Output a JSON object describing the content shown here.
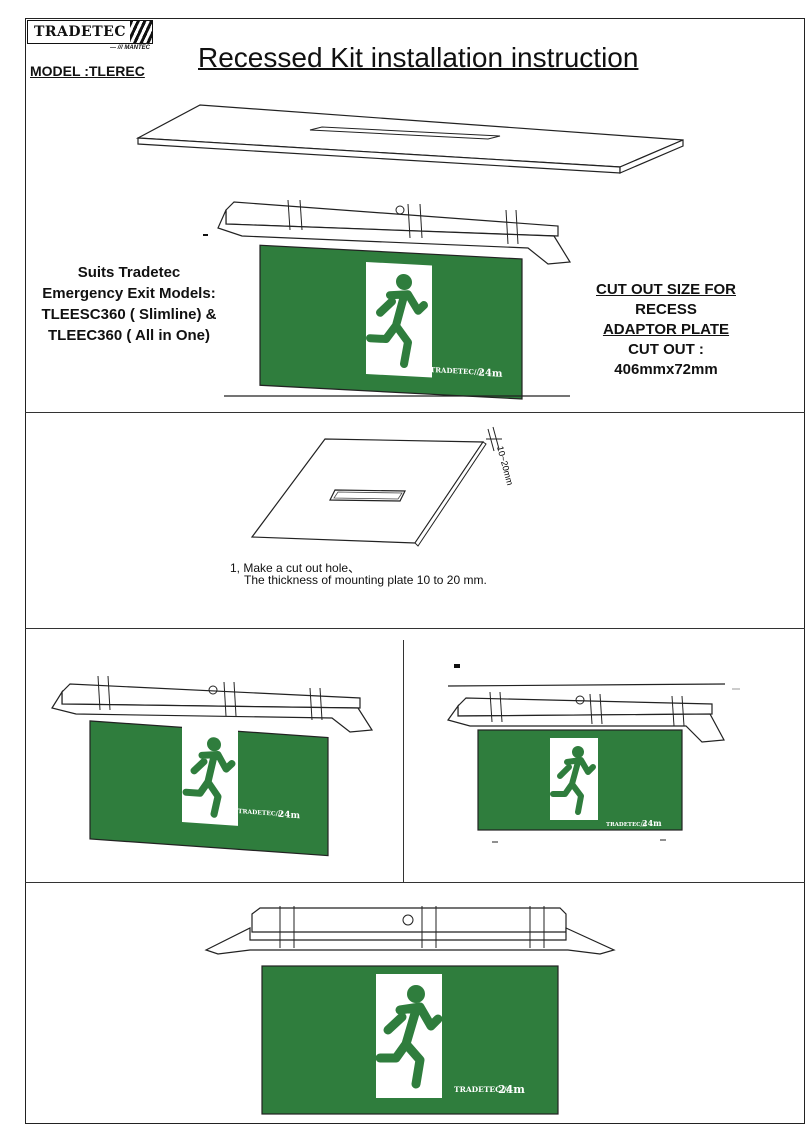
{
  "header": {
    "logo_word": "TRADETEC",
    "logo_sub": "— /// MANTEC",
    "model_label": "MODEL :TLEREC",
    "title": "Recessed Kit installation instruction"
  },
  "suits": {
    "line1": "Suits Tradetec",
    "line2": "Emergency Exit Models:",
    "line3": "TLEESC360 ( Slimline) &",
    "line4": "TLEEC360 ( All in One)"
  },
  "cutout": {
    "line1": "CUT OUT SIZE FOR",
    "line2": "RECESS",
    "line3": "ADAPTOR PLATE",
    "line4": "CUT OUT :",
    "line5": "406mmx72mm"
  },
  "step1": {
    "line1": "1, Make a cut out hole、",
    "line2": "The thickness of  mounting plate 10 to 20 mm.",
    "dimension": "10~20mm"
  },
  "sign": {
    "brand": "TRADETEC///",
    "distance": "24m",
    "colors": {
      "green": "#2f7d3d",
      "white": "#ffffff",
      "outline": "#222222"
    }
  }
}
